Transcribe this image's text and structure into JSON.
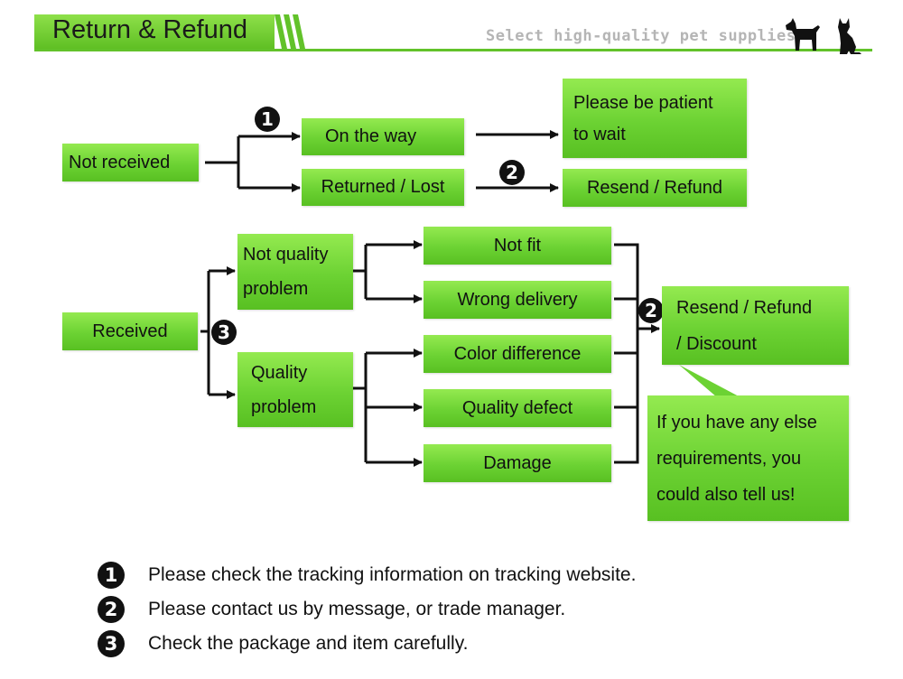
{
  "header": {
    "title": "Return & Refund",
    "slogan": "Select high-quality pet supplies",
    "pet_icons": [
      "dog-icon",
      "cat-icon"
    ]
  },
  "diagram": {
    "not_received": {
      "root": "Not received",
      "on_the_way": "On the way",
      "returned_lost": "Returned / Lost",
      "patient_line1": "Please be patient",
      "patient_line2": "to wait",
      "resend_refund": "Resend / Refund",
      "mark_1": "1",
      "mark_2": "2"
    },
    "received": {
      "root": "Received",
      "mark_3": "3",
      "not_quality_line1": "Not quality",
      "not_quality_line2": "problem",
      "quality_line1": "Quality",
      "quality_line2": "problem",
      "not_fit": "Not fit",
      "wrong_delivery": "Wrong delivery",
      "color_difference": "Color difference",
      "quality_defect": "Quality defect",
      "damage": "Damage",
      "mark_2": "2",
      "outcome_line1": "Resend / Refund",
      "outcome_line2": "/ Discount",
      "callout_line1": "If you have any else",
      "callout_line2": "requirements, you",
      "callout_line3": "could also tell us!"
    }
  },
  "notes": [
    {
      "mark": "1",
      "text": "Please check the tracking information on tracking website."
    },
    {
      "mark": "2",
      "text": "Please contact us by message, or trade manager."
    },
    {
      "mark": "3",
      "text": "Check the package and item carefully."
    }
  ],
  "colors": {
    "box_green": "#6cd233",
    "header_green": "#62c22a",
    "slogan_gray": "#b5b5b5",
    "arrow": "#111111"
  }
}
